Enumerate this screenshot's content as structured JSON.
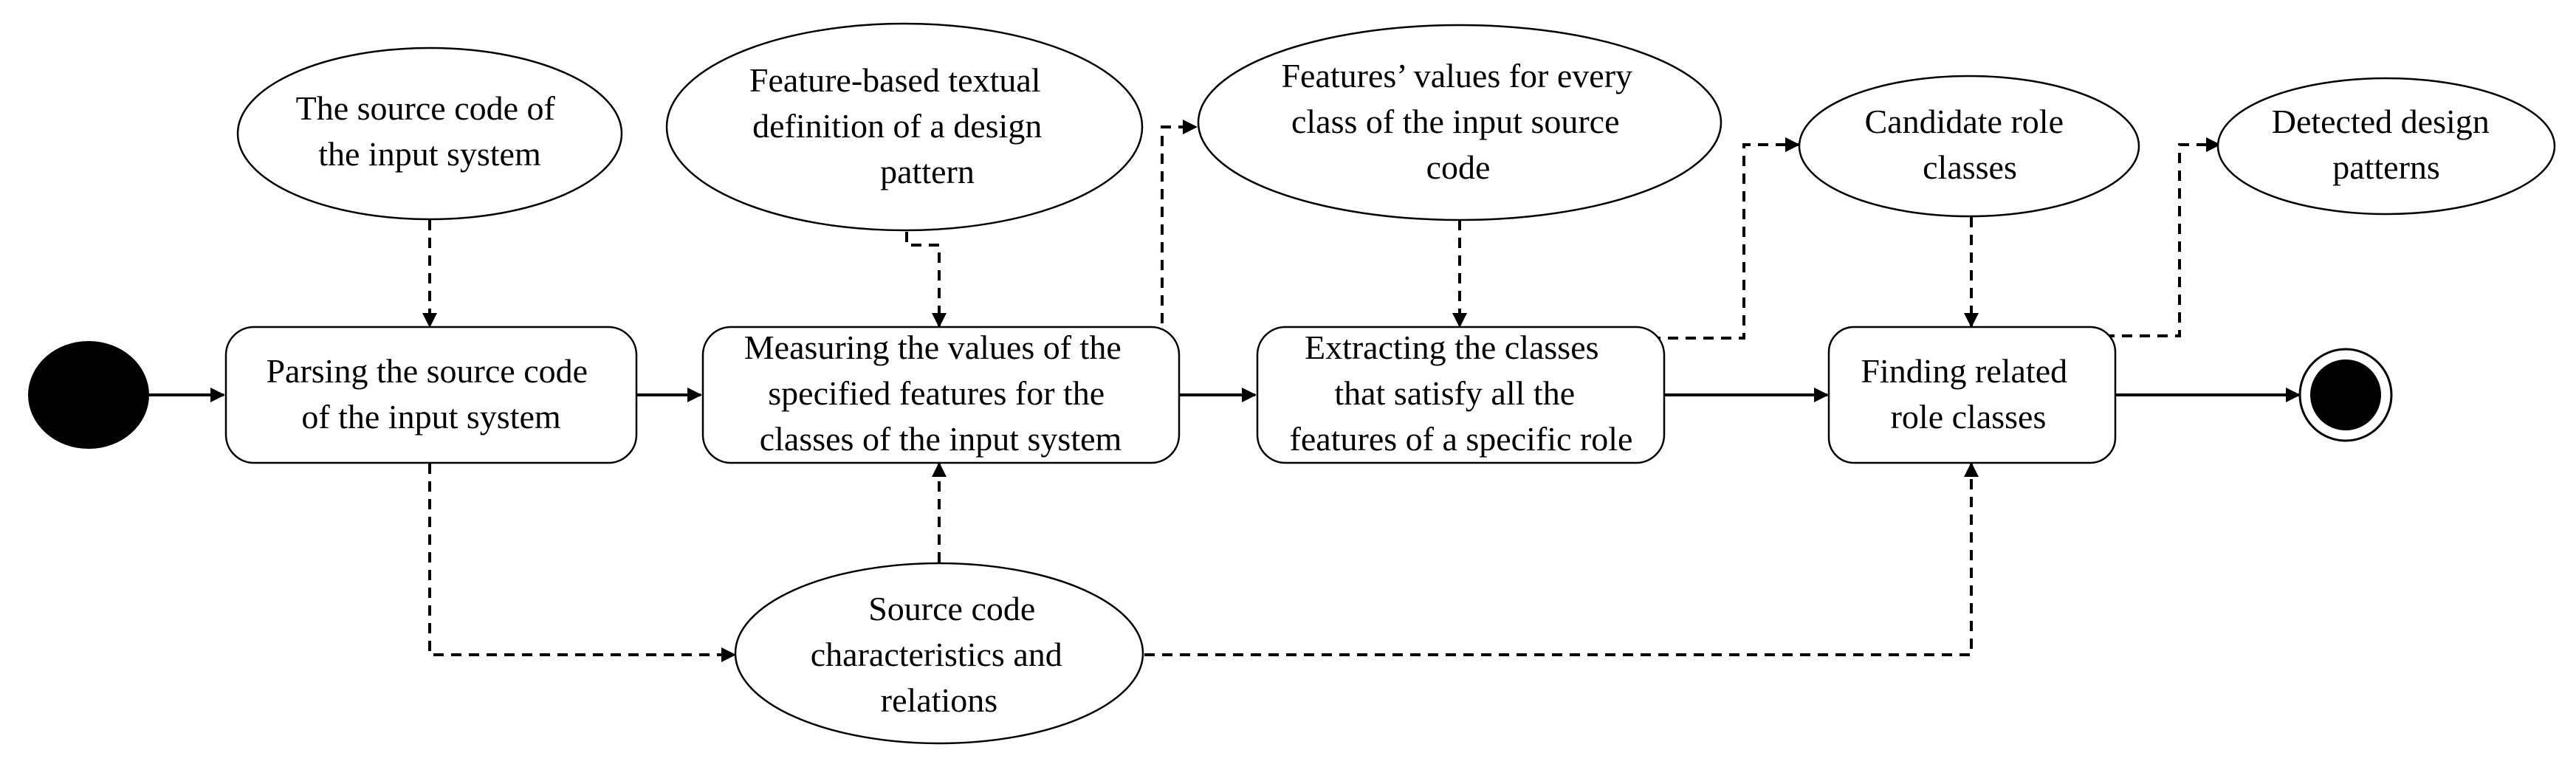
{
  "diagram": {
    "activities": {
      "parse": [
        "Parsing the source code",
        "of the input system"
      ],
      "measure": [
        "Measuring the values of the",
        "specified features for the",
        "classes of the input system"
      ],
      "extract": [
        "Extracting the classes",
        "that satisfy all the",
        "features of a specific role"
      ],
      "find": [
        "Finding related",
        "role classes"
      ]
    },
    "artifacts": {
      "source_code": [
        "The source code of",
        "the input system"
      ],
      "feature_definition": [
        "Feature-based textual",
        "definition of a design",
        "pattern"
      ],
      "feature_values": [
        "Features’ values for every",
        "class of the input source",
        "code"
      ],
      "candidate_roles": [
        "Candidate role",
        "classes"
      ],
      "detected_patterns": [
        "Detected design",
        "patterns"
      ],
      "characteristics": [
        "Source code",
        "characteristics and",
        "relations"
      ]
    }
  }
}
